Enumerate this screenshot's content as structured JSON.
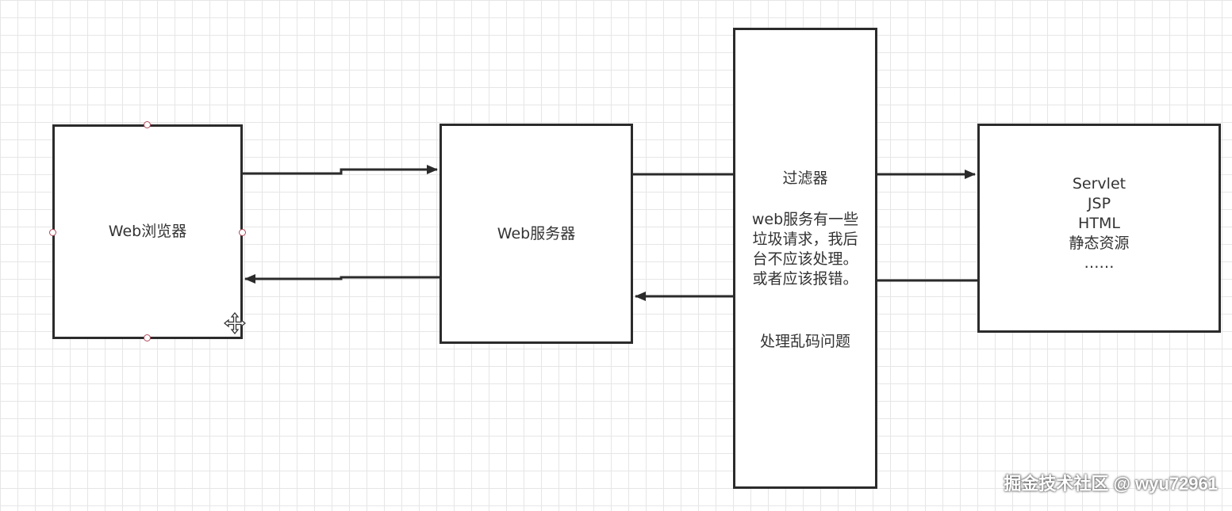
{
  "nodes": {
    "browser": {
      "label": "Web浏览器"
    },
    "server": {
      "label": "Web服务器"
    },
    "filter": {
      "title": "过滤器",
      "description_lines": [
        "web服务有一些",
        "垃圾请求，我后",
        "台不应该处理。",
        "或者应该报错。"
      ],
      "note": "处理乱码问题"
    },
    "servlet": {
      "items": [
        "Servlet",
        "JSP",
        "HTML",
        "静态资源",
        "……"
      ]
    }
  },
  "watermark": "掘金技术社区 @ wyu72961",
  "colors": {
    "line": "#2b2b2b",
    "grid": "#e6e6e6",
    "handle": "#b04a5a"
  }
}
